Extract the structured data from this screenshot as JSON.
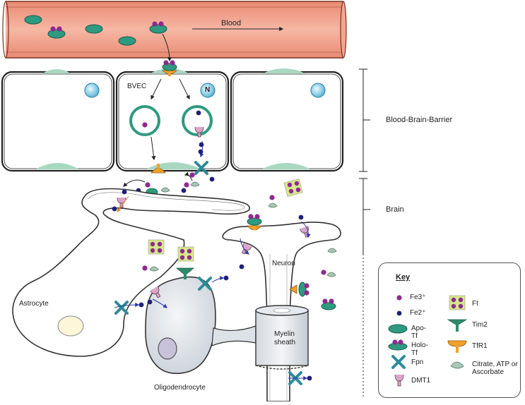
{
  "labels": {
    "blood": "Blood",
    "bvec": "BVEC",
    "nucleus": "N",
    "bbb": "Blood-Brain-Barrier",
    "brain": "Brain",
    "neuron": "Neuron",
    "astrocyte": "Astrocyte",
    "oligodendrocyte": "Oligodendrocyte",
    "myelin_sheath": "Myelin sheath"
  },
  "key": {
    "title": "Key",
    "items": [
      {
        "icon": "fe3-dot-icon",
        "label": "Fe3⁺",
        "color": "#8e2a8e"
      },
      {
        "icon": "fe2-dot-icon",
        "label": "Fe2⁺",
        "color": "#1f1f7a"
      },
      {
        "icon": "apo-tf-icon",
        "label": "Apo-Tf",
        "color": "#2e9a7f"
      },
      {
        "icon": "holo-tf-icon",
        "label": "Holo-Tf",
        "color": "#2e9a7f"
      },
      {
        "icon": "fpn-icon",
        "label": "Fpn",
        "color": "#2d8b98"
      },
      {
        "icon": "dmt1-icon",
        "label": "DMT1",
        "color": "#d9a6c8"
      },
      {
        "icon": "ft-icon",
        "label": "Ft",
        "color": "#d6e88a"
      },
      {
        "icon": "tim2-icon",
        "label": "Tim2",
        "color": "#2e8b6a"
      },
      {
        "icon": "tfr1-icon",
        "label": "TfR1",
        "color": "#f0a12a"
      },
      {
        "icon": "citrate-atp-ascorbate-icon",
        "label": "Citrate, ATP or Ascorbate",
        "color": "#a9c7b6"
      }
    ]
  },
  "colors": {
    "vessel": "#f1a58e",
    "vessel_edge": "#7a3320",
    "cell_fill": "#ffffff",
    "membrane_green": "#a8d8c0",
    "arrow_blue": "#2a3aa8",
    "arrow_orange": "#e88a1a"
  }
}
